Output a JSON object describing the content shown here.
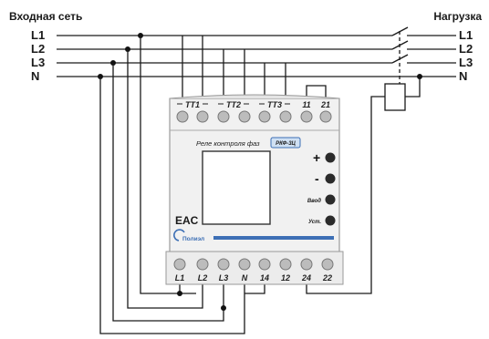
{
  "header": {
    "input_network": "Входная сеть",
    "load": "Нагрузка"
  },
  "lines": {
    "left": [
      "L1",
      "L2",
      "L3",
      "N"
    ],
    "right": [
      "L1",
      "L2",
      "L3",
      "N"
    ]
  },
  "device": {
    "title": "Реле контроля фаз",
    "model_badge": "РКФ-3Ц",
    "top_terminals": [
      "TT1",
      "TT2",
      "TT3",
      "11",
      "21"
    ],
    "bottom_terminals": [
      "L1",
      "L2",
      "L3",
      "N",
      "14",
      "12",
      "24",
      "22"
    ],
    "buttons": {
      "plus": "+",
      "minus": "-",
      "input": "Ввод",
      "set": "Уст."
    },
    "eac_logo": "EAC",
    "brand_logo": "Полиэл"
  },
  "colors": {
    "device_body": "#f1f1f1",
    "terminal": "#b9b9b9",
    "badge_bg": "#cfe0f3",
    "stripe": "#3d6fb5",
    "wire": "#1a1a1a"
  }
}
